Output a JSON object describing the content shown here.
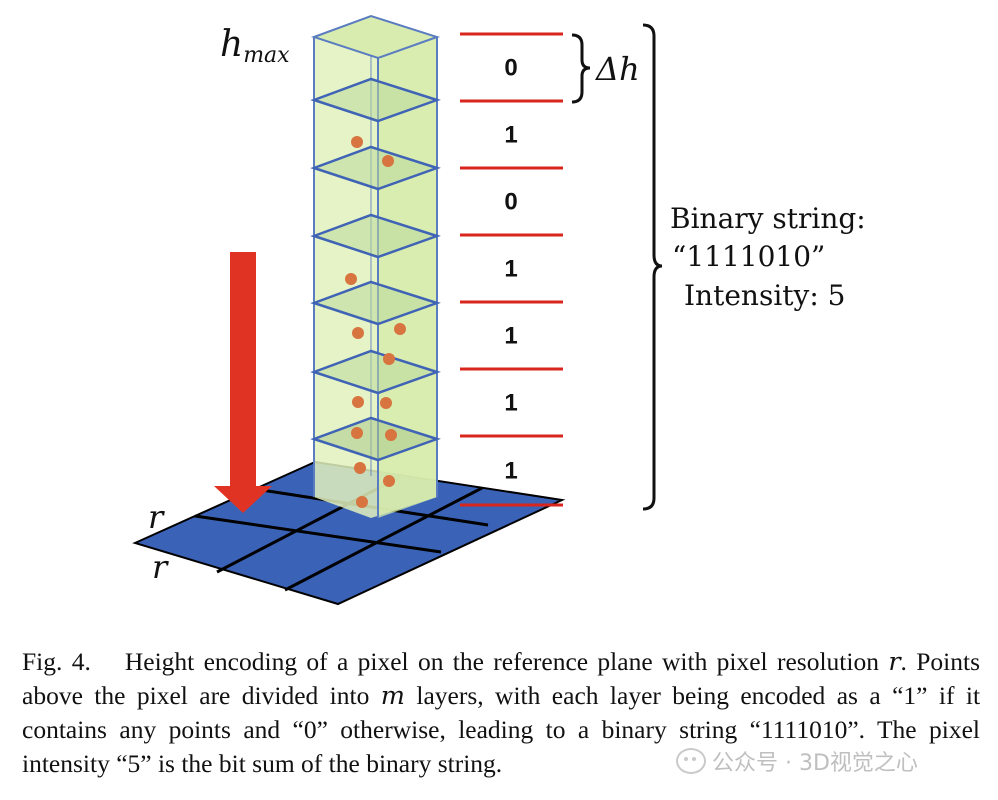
{
  "diagram": {
    "h_max_label": "max",
    "delta_h_label": "Δh",
    "r_label_top": "r",
    "r_label_side": "r",
    "bits": [
      "0",
      "1",
      "0",
      "1",
      "1",
      "1",
      "1"
    ],
    "binary_label": "Binary string:",
    "binary_value": "“1111010”",
    "intensity_label": "Intensity:  5",
    "colors": {
      "grid": "#3a63b8",
      "column_fill": "#dff0b8",
      "column_stroke": "#5a7cc0",
      "points": "#d7743f",
      "arrow": "#e03324",
      "level_lines": "#d9261c"
    }
  },
  "caption": {
    "lead": "Fig. 4.",
    "r": "r",
    "m": "m",
    "part1": "Height encoding of a pixel on the reference plane with pixel resolution",
    "part2": ". Points above the pixel are divided into",
    "part3": "layers, with each layer being encoded as a “1” if it contains any points and “0” otherwise, leading to a binary string “1111010”. The pixel intensity “5” is the bit sum of the binary string."
  },
  "watermark": {
    "text": "公众号 · 3D视觉之心",
    "icon": "wechat-icon"
  }
}
